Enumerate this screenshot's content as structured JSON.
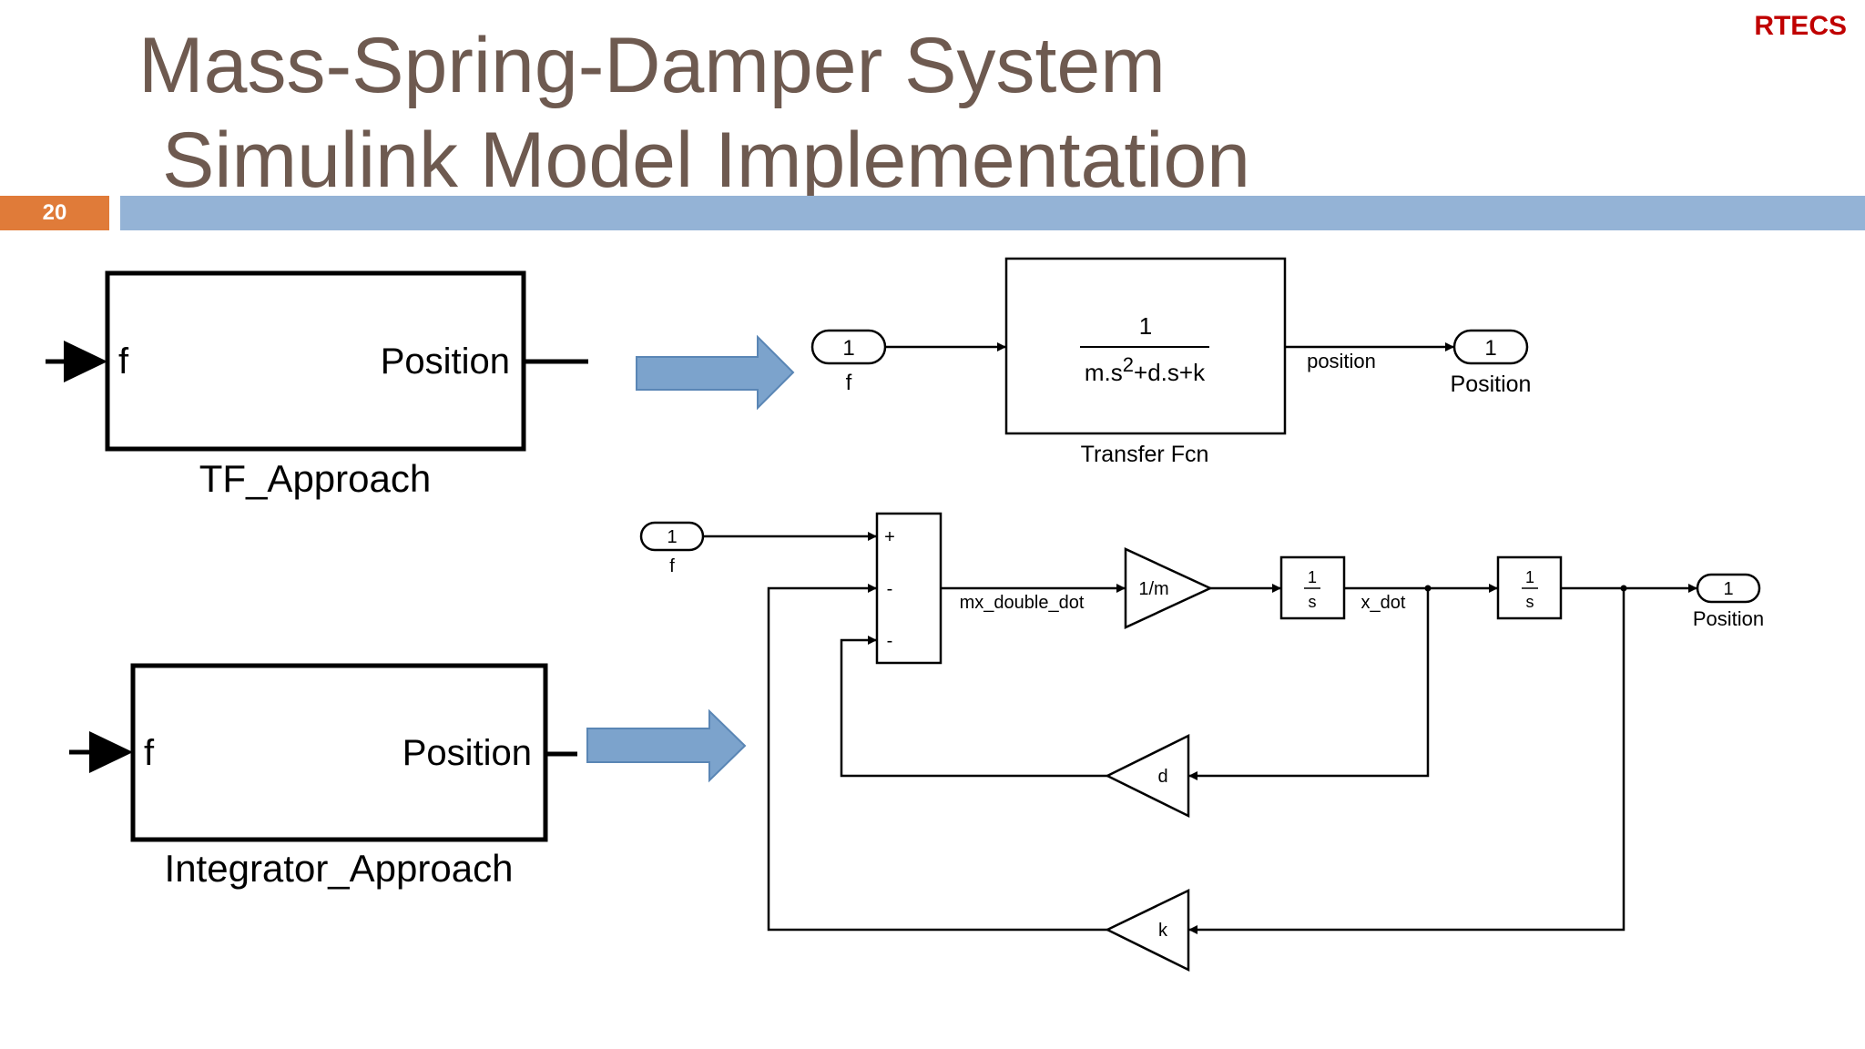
{
  "slide": {
    "title_line1": "Mass-Spring-Damper System",
    "title_line2": "Simulink Model Implementation",
    "brand": "RTECS",
    "page_number": "20",
    "colors": {
      "title": "#6e5a50",
      "brand": "#c00000",
      "page_bar": "#e07b39",
      "rule": "#94b3d6",
      "arrow": "#7ca3cc"
    }
  },
  "tf_subsystem": {
    "input": "f",
    "output": "Position",
    "name": "TF_Approach"
  },
  "int_subsystem": {
    "input": "f",
    "output": "Position",
    "name": "Integrator_Approach"
  },
  "tf_model": {
    "inport_num": "1",
    "inport_label": "f",
    "tf_numerator": "1",
    "tf_denominator_pre": "m.s",
    "tf_denominator_exp": "2",
    "tf_denominator_post": "+d.s+k",
    "tf_block_label": "Transfer Fcn",
    "signal_label": "position",
    "outport_num": "1",
    "outport_label": "Position"
  },
  "int_model": {
    "inport_num": "1",
    "inport_label": "f",
    "sum_signs": [
      "+",
      "-",
      "-"
    ],
    "sum_out_label": "mx_double_dot",
    "gain_1m": "1/m",
    "int1_num": "1",
    "int1_den": "s",
    "xdot_label": "x_dot",
    "int2_num": "1",
    "int2_den": "s",
    "outport_num": "1",
    "outport_label": "Position",
    "gain_d": "d",
    "gain_k": "k"
  }
}
